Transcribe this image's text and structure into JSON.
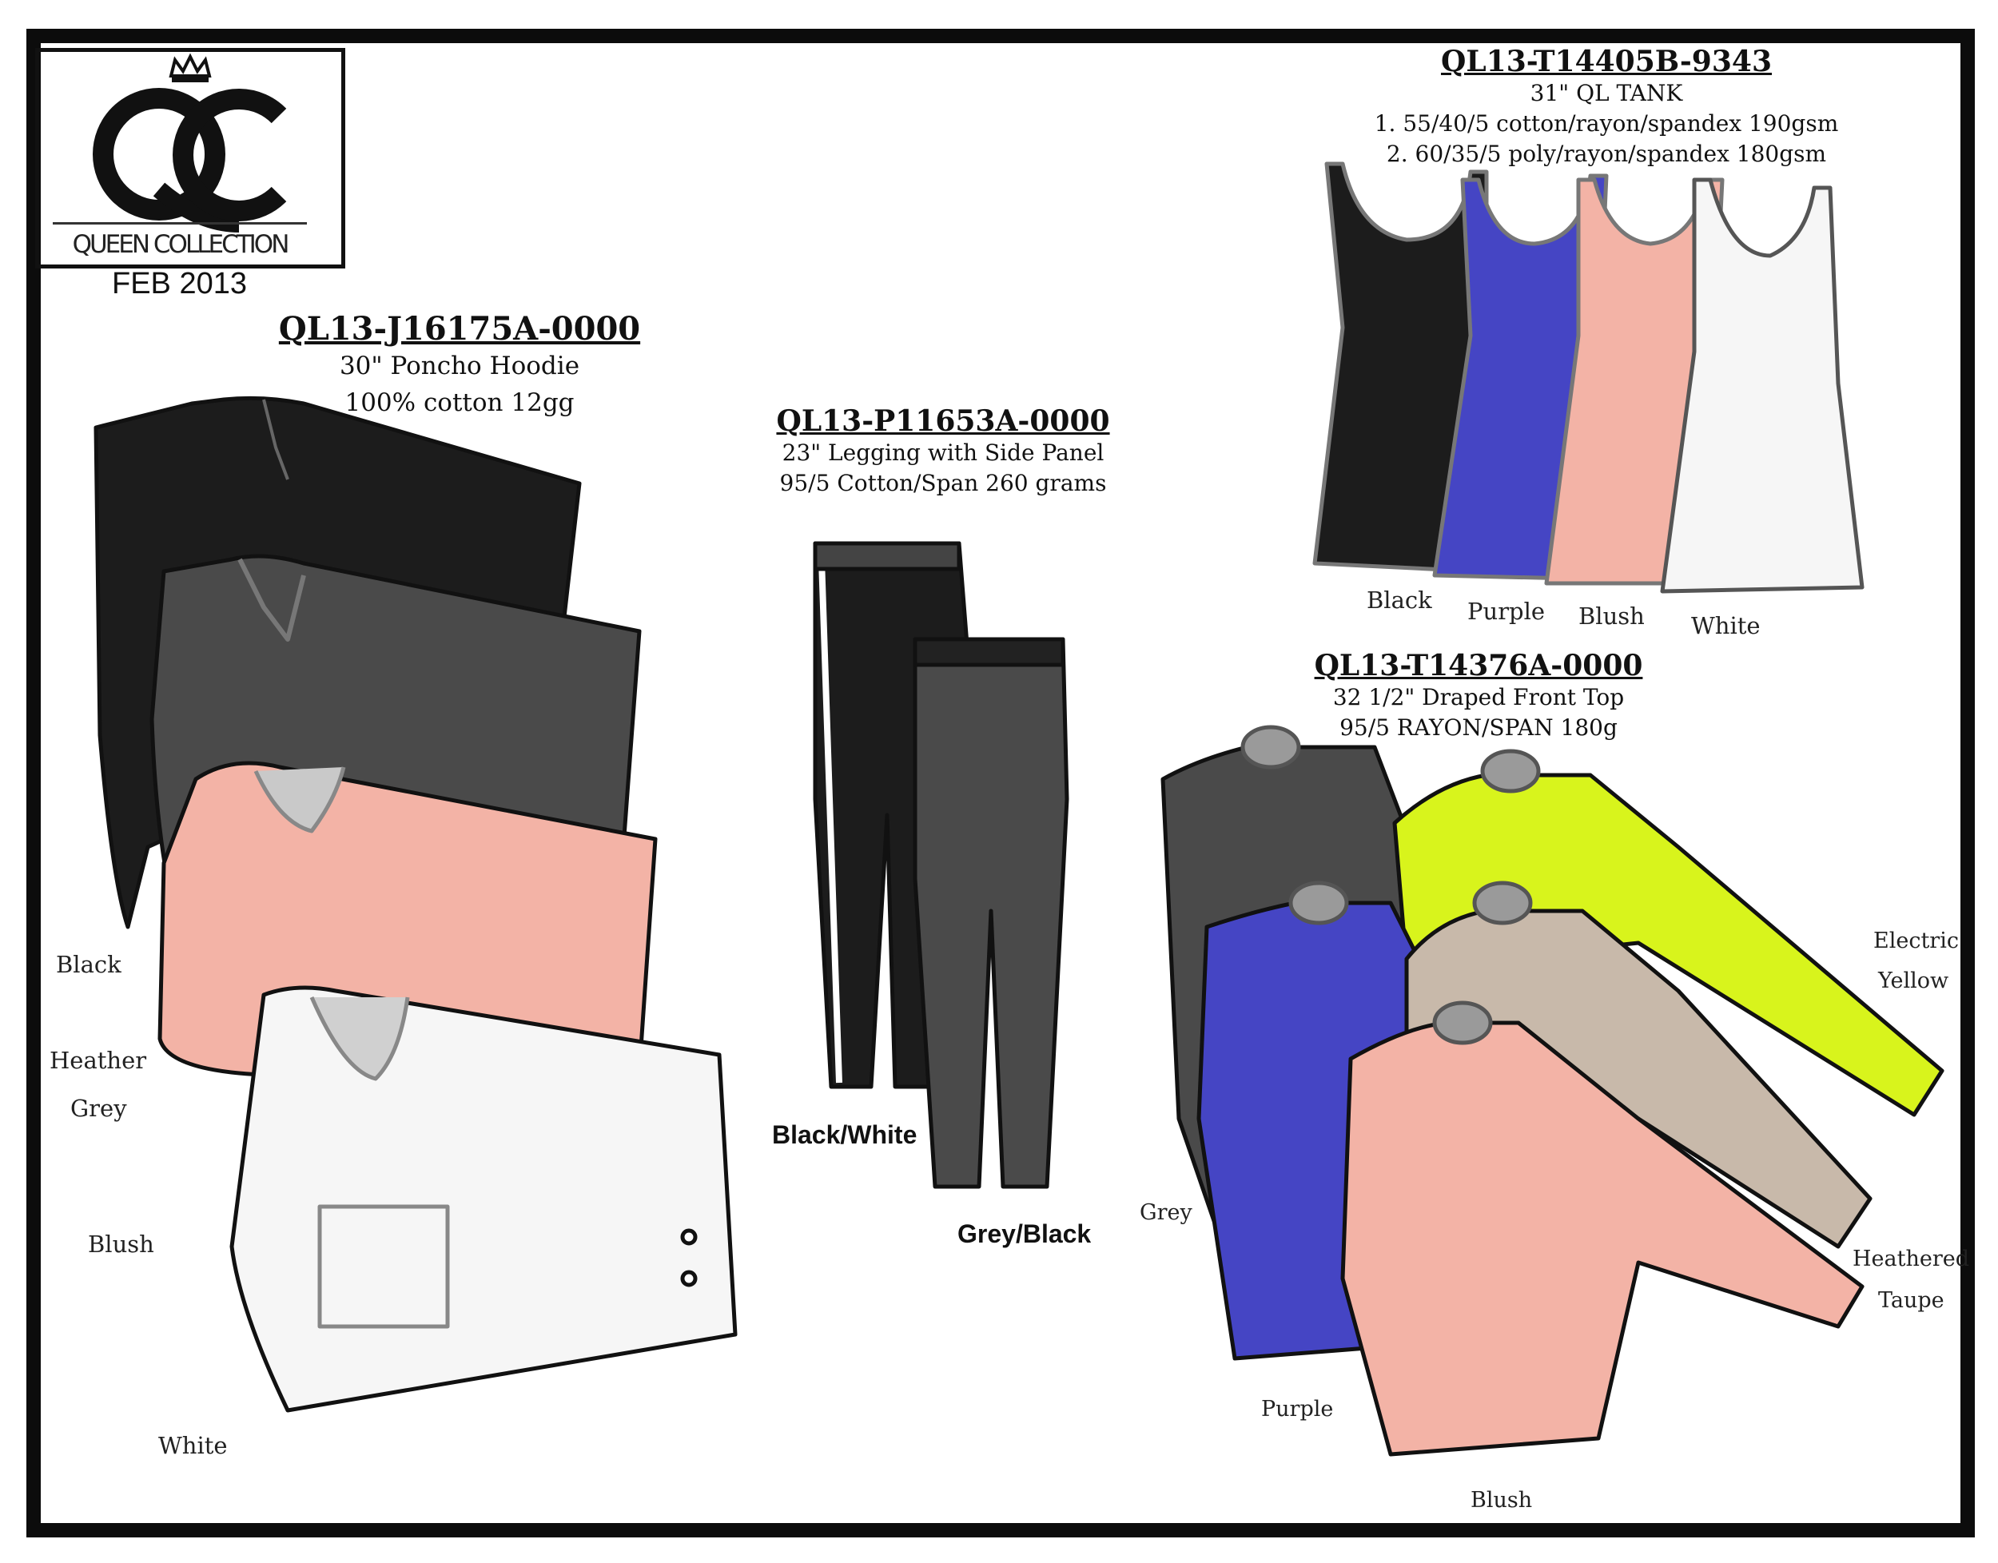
{
  "brand": {
    "name": "QUEEN COLLECTION",
    "monogram": "QC",
    "date": "FEB 2013"
  },
  "poncho": {
    "style_no": "QL13-J16175A-0000",
    "line1": "30\" Poncho Hoodie",
    "line2": "100% cotton 12gg",
    "colors": [
      "Black",
      "Heather",
      "Grey",
      "Blush",
      "White"
    ]
  },
  "legging": {
    "style_no": "QL13-P11653A-0000",
    "line1": "23\" Legging with Side Panel",
    "line2": "95/5 Cotton/Span 260 grams",
    "colors": [
      "Black/White",
      "Grey/Black"
    ]
  },
  "tank": {
    "style_no": "QL13-T14405B-9343",
    "line1": "31\" QL TANK",
    "line2": "1. 55/40/5 cotton/rayon/spandex 190gsm",
    "line3": "2. 60/35/5 poly/rayon/spandex 180gsm",
    "colors": [
      "Black",
      "Purple",
      "Blush",
      "White"
    ]
  },
  "draped": {
    "style_no": "QL13-T14376A-0000",
    "line1": "32 1/2\" Draped Front Top",
    "line2": "95/5 RAYON/SPAN 180g",
    "colors": [
      "Electric",
      "Yellow",
      "Grey",
      "Heathered",
      "Taupe",
      "Purple",
      "Blush"
    ]
  },
  "swatches": {
    "black": "#1c1c1c",
    "grey": "#4a4a4a",
    "blush": "#f3b3a6",
    "white": "#f6f6f6",
    "purple": "#4545c4",
    "yellow": "#d8f41c",
    "taupe": "#c8b9aa"
  }
}
